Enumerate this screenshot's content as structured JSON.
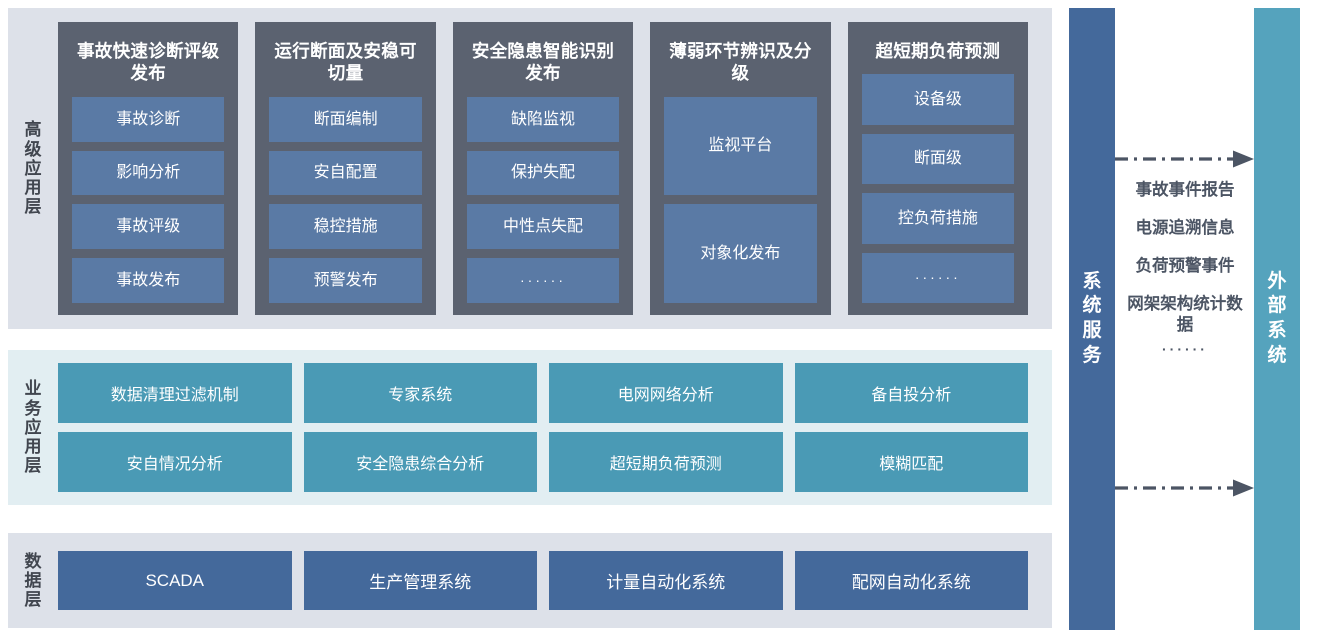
{
  "layers": [
    {
      "label": "高级应用层",
      "columns": [
        {
          "title": "事故快速诊断评级发布",
          "items": [
            "事故诊断",
            "影响分析",
            "事故评级",
            "事故发布"
          ]
        },
        {
          "title": "运行断面及安稳可切量",
          "items": [
            "断面编制",
            "安自配置",
            "稳控措施",
            "预警发布"
          ]
        },
        {
          "title": "安全隐患智能识别发布",
          "items": [
            "缺陷监视",
            "保护失配",
            "中性点失配",
            "······"
          ]
        },
        {
          "title": "薄弱环节辨识及分级",
          "items": [
            "监视平台",
            "对象化发布"
          ]
        },
        {
          "title": "超短期负荷预测",
          "items": [
            "设备级",
            "断面级",
            "控负荷措施",
            "······"
          ]
        }
      ]
    },
    {
      "label": "业务应用层",
      "boxes": [
        "数据清理过滤机制",
        "专家系统",
        "电网网络分析",
        "备自投分析",
        "安自情况分析",
        "安全隐患综合分析",
        "超短期负荷预测",
        "模糊匹配"
      ]
    },
    {
      "label": "数据层",
      "boxes": [
        "SCADA",
        "生产管理系统",
        "计量自动化系统",
        "配网自动化系统"
      ]
    }
  ],
  "side_panel": {
    "system_service_label": "系统服务",
    "external_system_label": "外部系统",
    "flow_labels": [
      "事故事件报告",
      "电源追溯信息",
      "负荷预警事件",
      "网架架构统计数据",
      "······"
    ],
    "arrows": [
      "arrow-right-top",
      "arrow-right-bottom"
    ]
  },
  "colors": {
    "layer1_bg": "#dde1e9",
    "layer1_column": "#5b6270",
    "layer1_item": "#5a7aa5",
    "layer2_bg": "#e2eef2",
    "layer2_box": "#4a9ab5",
    "layer3_bg": "#dde1e9",
    "layer3_box": "#44699b",
    "system_bar": "#44699b",
    "external_bar": "#55a3bd",
    "label_text": "#41464f",
    "arrow": "#4c5564"
  }
}
